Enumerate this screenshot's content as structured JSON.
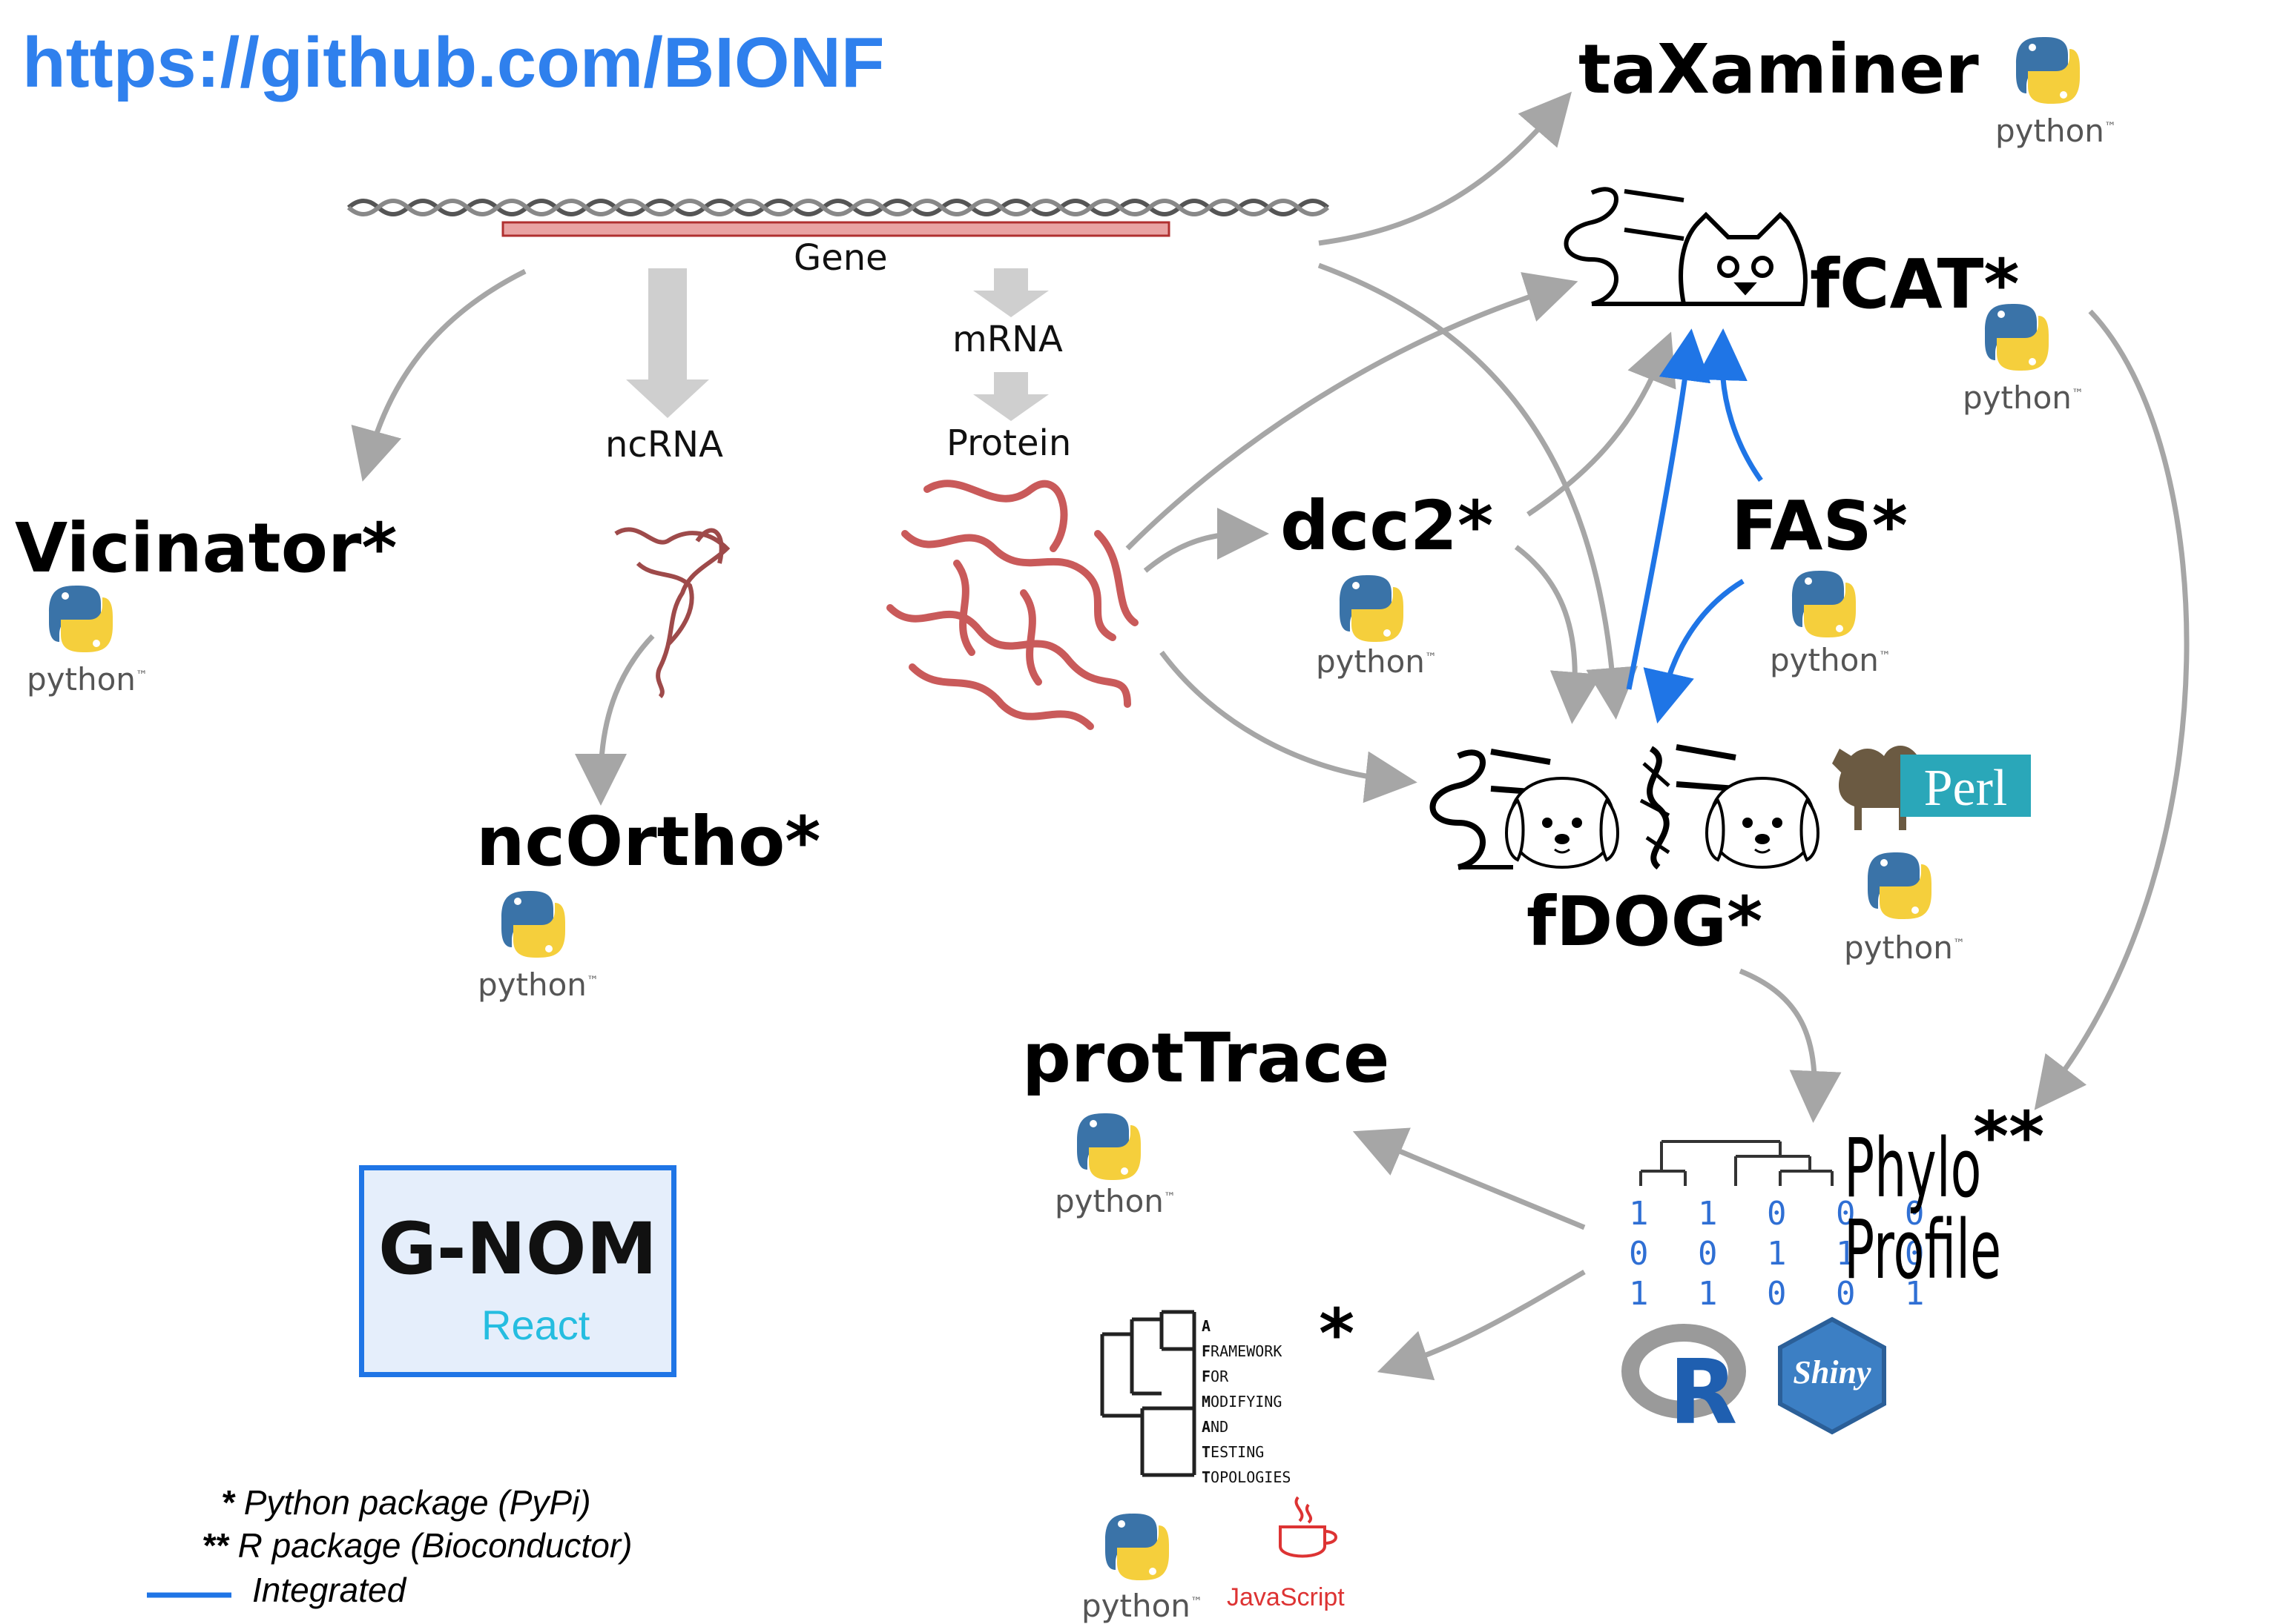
{
  "header": {
    "url": "https://github.com/BIONF"
  },
  "dogma": {
    "gene": "Gene",
    "mrna": "mRNA",
    "ncrna": "ncRNA",
    "protein": "Protein"
  },
  "tools": {
    "taxaminer": "taXaminer",
    "fcat": "fCAT*",
    "vicinator": "Vicinator*",
    "ncortho": "ncOrtho*",
    "dcc2": "dcc2*",
    "fas": "FAS*",
    "fdog": "fDOG*",
    "prottrace": "protTrace",
    "phyloprofile_stars": "**",
    "matt_star": "*"
  },
  "python_label": "python",
  "python_tm": "™",
  "gnom": {
    "title": "G-NOM",
    "framework": "React"
  },
  "perl_label": "Perl",
  "javascript_label": "JavaScript",
  "shiny_label": "Shiny",
  "r_label": "R",
  "phyloprofile": {
    "line1": "Phylo",
    "line2": "Profile",
    "binary": [
      "1 1 0 0 0",
      "0 0 1 1 0",
      "1 1 0 0 1"
    ]
  },
  "matt": {
    "lines": [
      {
        "lead": "A",
        "rest": ""
      },
      {
        "lead": "F",
        "rest": "RAMEWORK"
      },
      {
        "lead": "F",
        "rest": "OR"
      },
      {
        "lead": "M",
        "rest": "ODIFYING"
      },
      {
        "lead": "A",
        "rest": "ND"
      },
      {
        "lead": "T",
        "rest": "ESTING"
      },
      {
        "lead": "T",
        "rest": "OPOLOGIES"
      }
    ]
  },
  "legend": {
    "single_star": "*",
    "single_text": "Python package (PyPi)",
    "double_star": "**",
    "double_text": "R package (Bioconductor)",
    "integrated_text": "Integrated"
  },
  "colors": {
    "url": "#2f80ed",
    "arrow_gray": "#a6a6a6",
    "integrated_blue": "#1f75e6",
    "gene_bar": "#e9a3a3",
    "protein": "#c95a5a",
    "python_blue": "#3a73a8",
    "python_yellow": "#f5cf3c"
  }
}
